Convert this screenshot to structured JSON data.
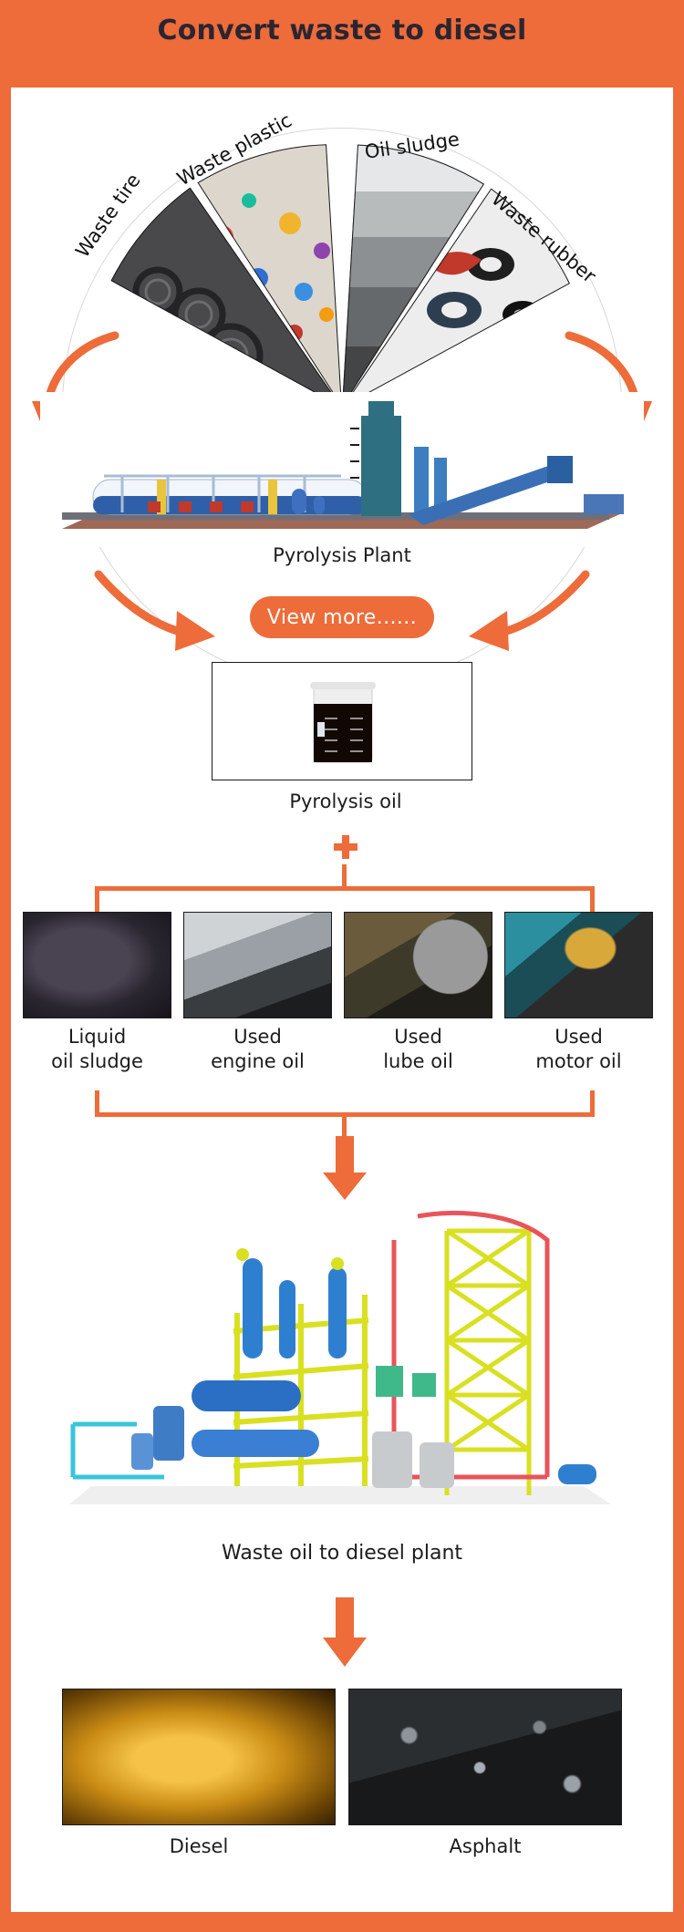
{
  "page": {
    "title": "Convert waste to diesel",
    "accent_color": "#ed6c3a",
    "title_color": "#2b2531",
    "background": "#ffffff"
  },
  "feedstock_wheel": {
    "segments": [
      {
        "label": "Waste tire",
        "icon": "waste-tire-photo"
      },
      {
        "label": "Waste plastic",
        "icon": "waste-plastic-photo"
      },
      {
        "label": "Oil sludge",
        "icon": "oil-sludge-photo"
      },
      {
        "label": "Waste rubber",
        "icon": "waste-rubber-photo"
      }
    ]
  },
  "pyrolysis": {
    "plant_caption": "Pyrolysis Plant",
    "cta_label": "View more......",
    "product_caption": "Pyrolysis oil",
    "plus_symbol": "+"
  },
  "waste_oils": {
    "items": [
      {
        "label_line1": "Liquid",
        "label_line2": "oil sludge"
      },
      {
        "label_line1": "Used",
        "label_line2": "engine oil"
      },
      {
        "label_line1": "Used",
        "label_line2": "lube oil"
      },
      {
        "label_line1": "Used",
        "label_line2": "motor oil"
      }
    ]
  },
  "refinery": {
    "caption": "Waste oil to diesel plant"
  },
  "outputs": {
    "items": [
      {
        "label": "Diesel"
      },
      {
        "label": "Asphalt"
      }
    ]
  }
}
